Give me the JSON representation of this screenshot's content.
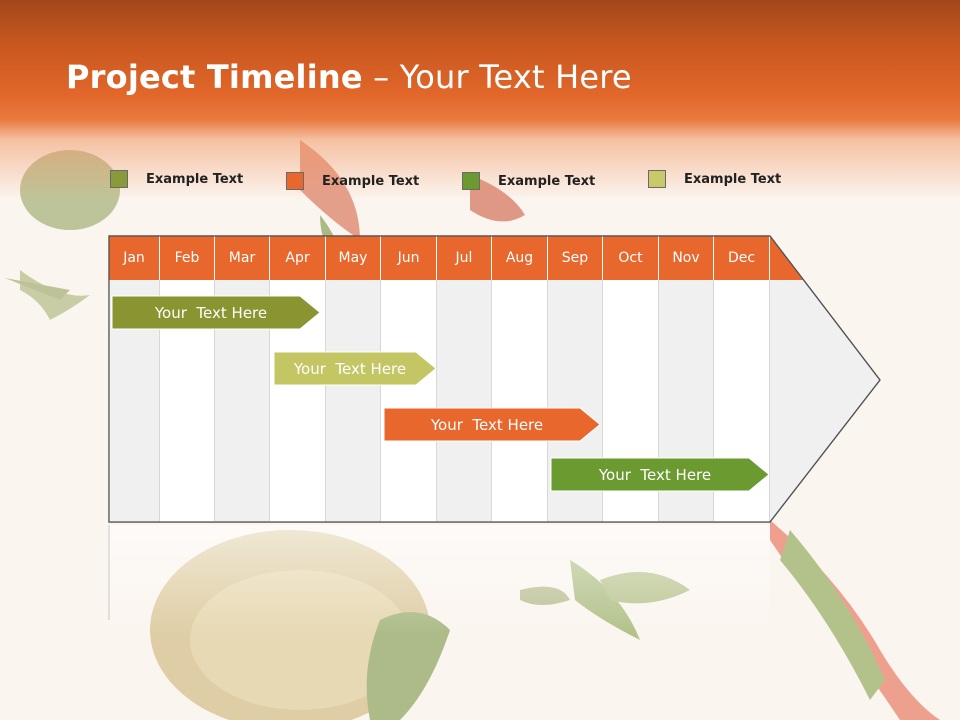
{
  "title": {
    "strong": "Project Timeline",
    "light": " – Your Text Here"
  },
  "legend": [
    {
      "label": "Example Text",
      "color": "#8a9a3a"
    },
    {
      "label": "Example Text",
      "color": "#e8672c"
    },
    {
      "label": "Example Text",
      "color": "#6a9a30"
    },
    {
      "label": "Example Text",
      "color": "#c9c96a"
    }
  ],
  "months": [
    "Jan",
    "Feb",
    "Mar",
    "Apr",
    "May",
    "Jun",
    "Jul",
    "Aug",
    "Sep",
    "Oct",
    "Nov",
    "Dec"
  ],
  "tasks": [
    {
      "label": "Your  Text Here",
      "color": "#8a9430",
      "row": 0
    },
    {
      "label": "Your  Text Here",
      "color": "#c4c563",
      "row": 1
    },
    {
      "label": "Your  Text Here",
      "color": "#e8672c",
      "row": 2
    },
    {
      "label": "Your  Text Here",
      "color": "#6a9a30",
      "row": 3
    }
  ],
  "colors": {
    "header_orange": "#e2672a",
    "month_header": "#e8672c",
    "arrow_fill": "#f0f0f0",
    "arrow_stroke": "#505050"
  }
}
